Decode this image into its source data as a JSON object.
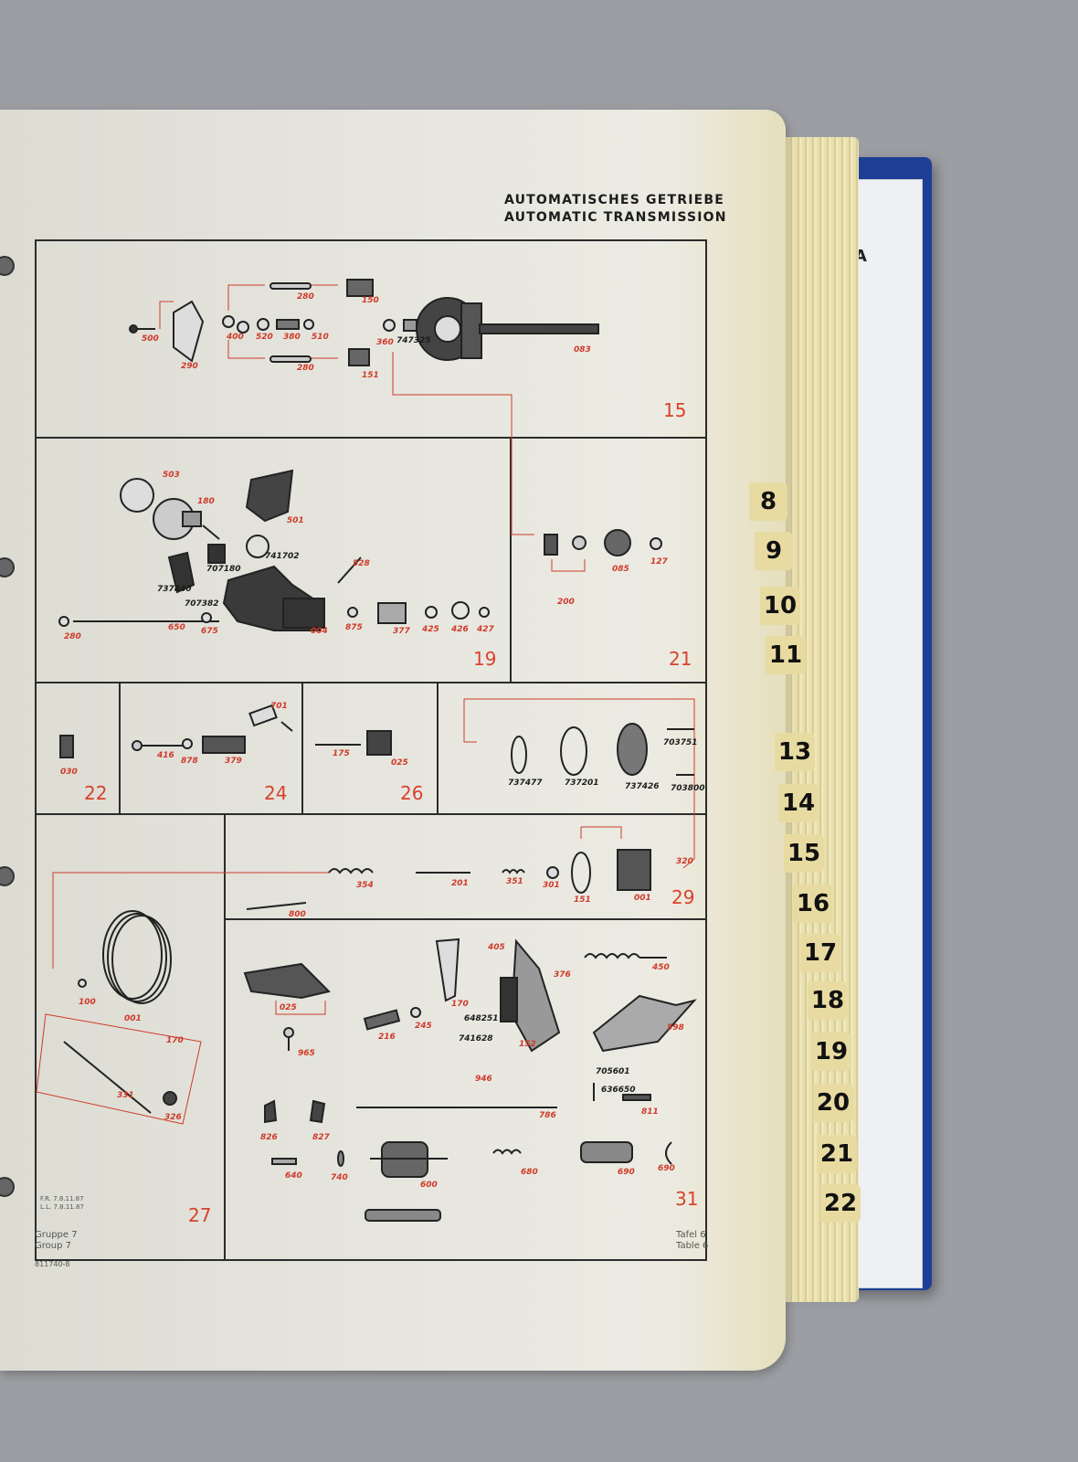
{
  "page": {
    "heading_de": "AUTOMATISCHES GETRIEBE",
    "heading_en": "AUTOMATIC TRANSMISSION",
    "footer_left_1": "Gruppe 7",
    "footer_left_2": "Group 7",
    "footer_left_3": "811740-8",
    "footer_right_1": "Tafel 6",
    "footer_right_2": "Table 6"
  },
  "binder": {
    "inner_letter": "A"
  },
  "panels": [
    {
      "num": "15"
    },
    {
      "num": "19"
    },
    {
      "num": "21"
    },
    {
      "num": "22"
    },
    {
      "num": "24"
    },
    {
      "num": "26"
    },
    {
      "num": "29"
    },
    {
      "num": "27"
    },
    {
      "num": "31"
    }
  ],
  "part_labels": {
    "p15": [
      "500",
      "290",
      "400",
      "520",
      "380",
      "510",
      "280",
      "280",
      "150",
      "151",
      "360",
      "747325",
      "083"
    ],
    "p19": [
      "503",
      "180",
      "501",
      "741702",
      "528",
      "707180",
      "737840",
      "707382",
      "280",
      "650",
      "675",
      "004",
      "875",
      "377",
      "425",
      "426",
      "427"
    ],
    "p21": [
      "200",
      "085",
      "127"
    ],
    "p22": [
      "030"
    ],
    "p24": [
      "701",
      "416",
      "878",
      "379"
    ],
    "p26": [
      "175",
      "025"
    ],
    "p28": [
      "737477",
      "737201",
      "737426",
      "703751",
      "703800"
    ],
    "p29": [
      "354",
      "201",
      "351",
      "301",
      "151",
      "001",
      "320",
      "800"
    ],
    "p27": [
      "100",
      "001",
      "170",
      "331",
      "326"
    ],
    "p31": [
      "025",
      "965",
      "405",
      "376",
      "450",
      "170",
      "648251",
      "741628",
      "216",
      "245",
      "152",
      "598",
      "946",
      "705601",
      "636650",
      "811",
      "826",
      "827",
      "786",
      "640",
      "740",
      "600",
      "680",
      "690",
      "690"
    ],
    "p27_notes": [
      "F.R. 7.8.11.87",
      "L.L. 7.8.11.87"
    ]
  },
  "tabs": [
    "8",
    "9",
    "10",
    "11",
    "13",
    "14",
    "15",
    "16",
    "17",
    "18",
    "19",
    "20",
    "21",
    "22"
  ]
}
